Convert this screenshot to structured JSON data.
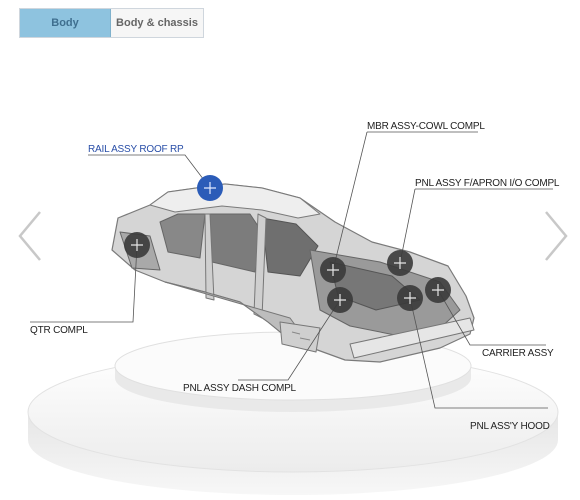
{
  "tabs": [
    {
      "label": "Body",
      "active": true
    },
    {
      "label": "Body & chassis",
      "active": false
    }
  ],
  "parts": {
    "rail_roof": "RAIL ASSY ROOF RP",
    "mbr_cowl": "MBR ASSY-COWL COMPL",
    "pnl_apron": "PNL ASSY F/APRON I/O COMPL",
    "qtr": "QTR COMPL",
    "carrier": "CARRIER ASSY",
    "dash": "PNL ASSY DASH COMPL",
    "hood": "PNL ASS'Y HOOD"
  },
  "nav": {
    "prev_icon": "chevron-left-icon",
    "next_icon": "chevron-right-icon"
  },
  "colors": {
    "active_tab": "#8ec3df",
    "selected_hotspot": "#2b5cb8",
    "hotspot": "#3a3a3a",
    "selected_label": "#2a4fa8"
  }
}
